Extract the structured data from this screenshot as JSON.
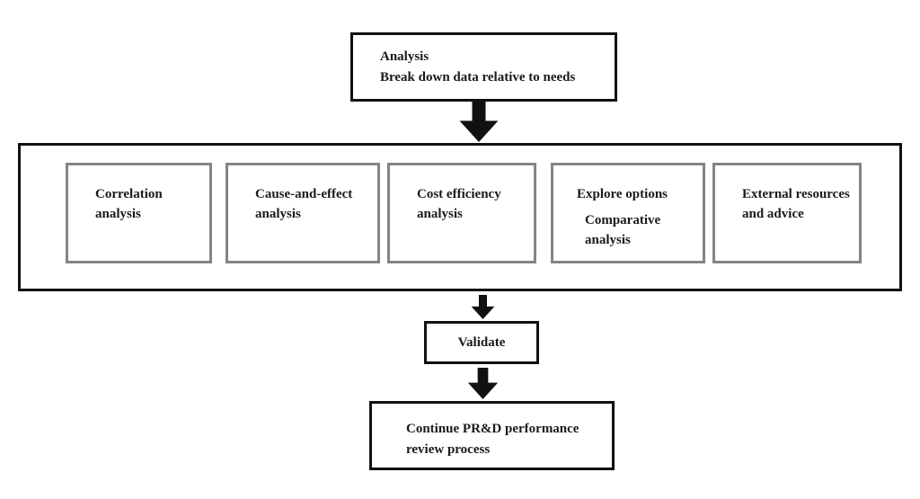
{
  "colors": {
    "background": "#ffffff",
    "outer_border": "#111111",
    "inner_border": "#848484",
    "arrow": "#111111",
    "text": "#1a1a1a"
  },
  "flowchart": {
    "top_box": {
      "line1": "Analysis",
      "line2": "Break down data relative to needs"
    },
    "stage_boxes": [
      {
        "label": "Correlation analysis"
      },
      {
        "label": "Cause-and-effect analysis"
      },
      {
        "label": "Cost efficiency analysis"
      },
      {
        "label": "Explore options",
        "label2": "Comparative analysis"
      },
      {
        "label": "External resources and advice"
      }
    ],
    "validate_box": {
      "label": "Validate"
    },
    "bottom_box": {
      "label": "Continue PR&D performance review process"
    }
  }
}
